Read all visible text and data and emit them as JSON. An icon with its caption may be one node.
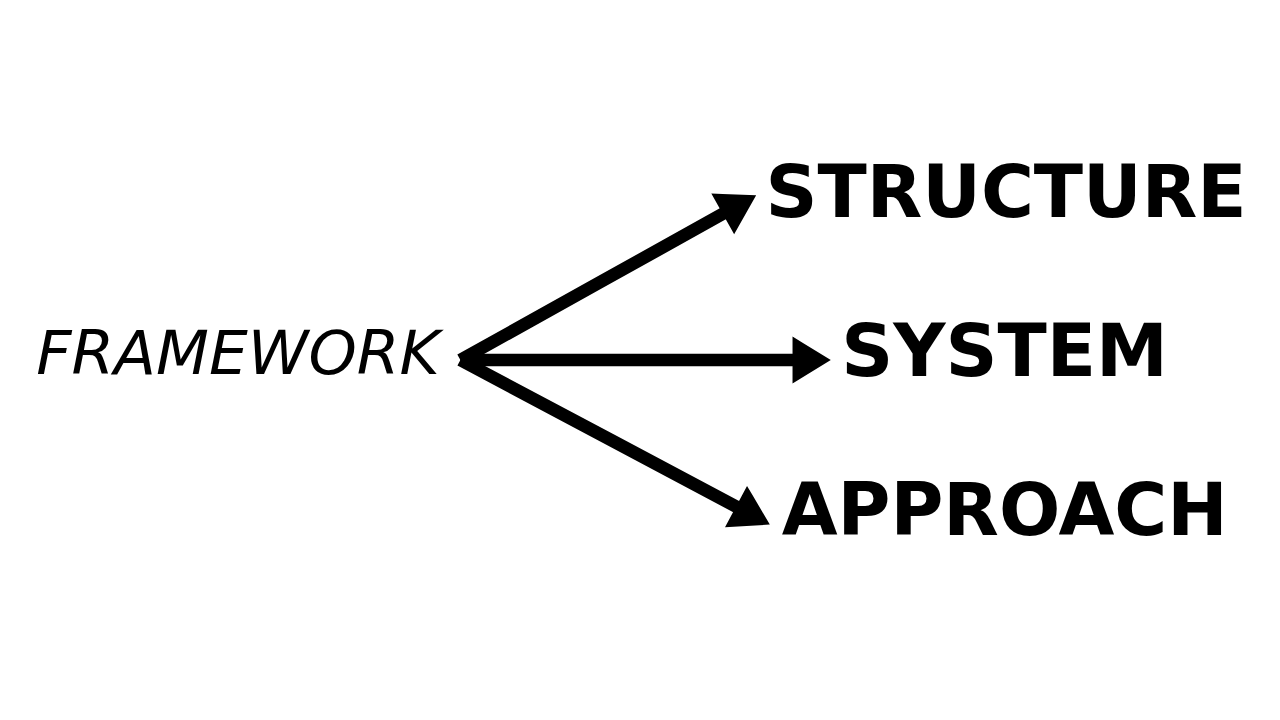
{
  "diagram": {
    "nodes": [
      {
        "text": [
          "FRAMEWORK"
        ]
      },
      {
        "text": [
          "STRUCTURE"
        ]
      },
      {
        "text": [
          "SYSTEM"
        ]
      },
      {
        "text": [
          "APPROACH"
        ]
      }
    ],
    "edges": [
      {
        "from": 0,
        "to": 1,
        "arrow": "to"
      },
      {
        "from": 0,
        "to": 2,
        "arrow": "to"
      },
      {
        "from": 0,
        "to": 3,
        "arrow": "to"
      }
    ]
  }
}
